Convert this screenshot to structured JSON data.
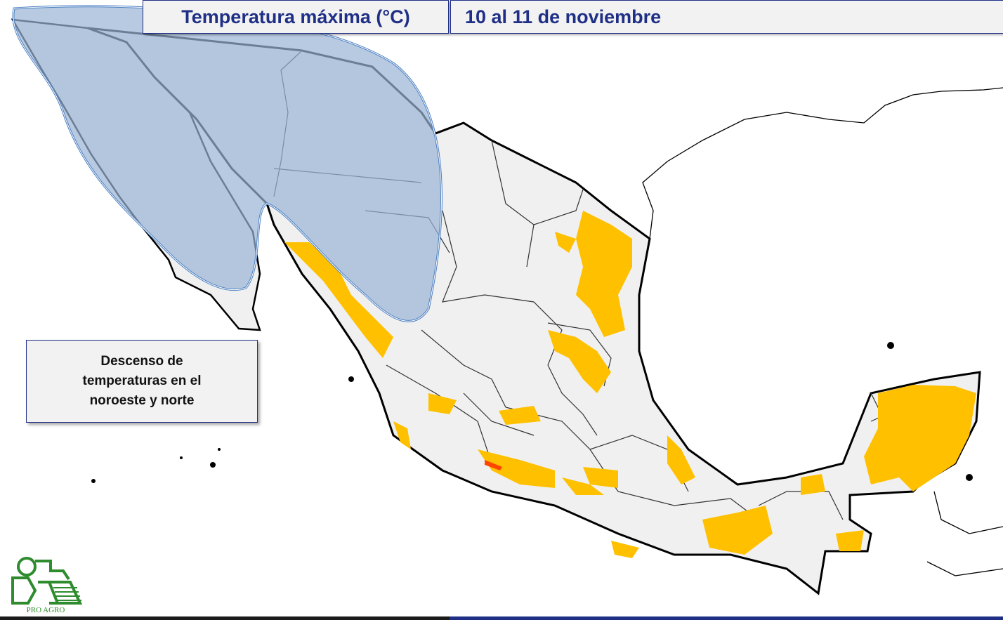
{
  "header": {
    "title": "Temperatura máxima (°C)",
    "date_range": "10 al 11 de noviembre"
  },
  "annotation": {
    "text": "Descenso de temperaturas en el noroeste y norte"
  },
  "logo": {
    "text": "PRO AGRO"
  },
  "colors": {
    "title_text": "#1f2f86",
    "land": "#f0f0f0",
    "hot_zone": "#ffc000",
    "very_hot_zone": "#ff4500",
    "highlight_region": "#9ab4d6",
    "highlight_border": "#4a7fc1",
    "logo_green": "#2e8b2e"
  }
}
